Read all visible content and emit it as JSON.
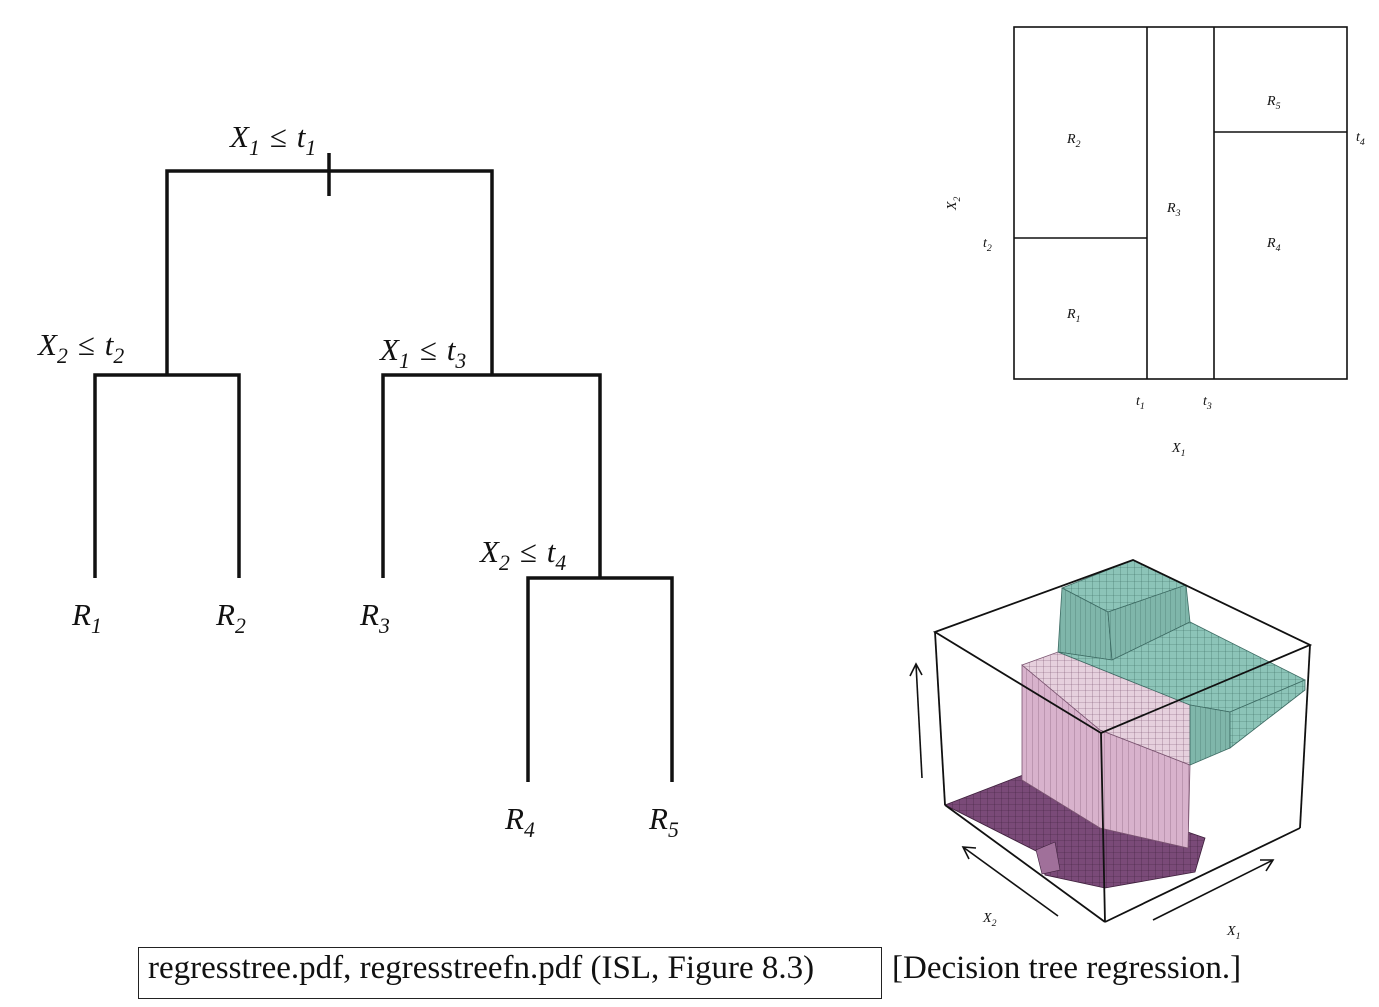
{
  "tree": {
    "splits": {
      "root": {
        "var": "X",
        "var_sub": "1",
        "op": "≤",
        "thr": "t",
        "thr_sub": "1"
      },
      "left": {
        "var": "X",
        "var_sub": "2",
        "op": "≤",
        "thr": "t",
        "thr_sub": "2"
      },
      "right": {
        "var": "X",
        "var_sub": "1",
        "op": "≤",
        "thr": "t",
        "thr_sub": "3"
      },
      "rightright": {
        "var": "X",
        "var_sub": "2",
        "op": "≤",
        "thr": "t",
        "thr_sub": "4"
      }
    },
    "leaves": [
      {
        "name": "R",
        "sub": "1"
      },
      {
        "name": "R",
        "sub": "2"
      },
      {
        "name": "R",
        "sub": "3"
      },
      {
        "name": "R",
        "sub": "4"
      },
      {
        "name": "R",
        "sub": "5"
      }
    ]
  },
  "partition": {
    "regions": [
      {
        "name": "R",
        "sub": "1"
      },
      {
        "name": "R",
        "sub": "2"
      },
      {
        "name": "R",
        "sub": "3"
      },
      {
        "name": "R",
        "sub": "4"
      },
      {
        "name": "R",
        "sub": "5"
      }
    ],
    "x_ticks": [
      {
        "name": "t",
        "sub": "1"
      },
      {
        "name": "t",
        "sub": "3"
      }
    ],
    "y_ticks": [
      {
        "name": "t",
        "sub": "2"
      },
      {
        "name": "t",
        "sub": "4"
      }
    ],
    "x_label": {
      "name": "X",
      "sub": "1"
    },
    "y_label": {
      "name": "X",
      "sub": "2"
    }
  },
  "surface": {
    "x1_label": {
      "name": "X",
      "sub": "1"
    },
    "x2_label": {
      "name": "X",
      "sub": "2"
    },
    "colors": {
      "low": "#7a4a78",
      "mid": "#d8b2cc",
      "high": "#8cc4b8"
    }
  },
  "caption": {
    "boxed": "regresstree.pdf, regresstreefn.pdf (ISL, Figure 8.3)",
    "extra": "[Decision tree regression.]"
  }
}
